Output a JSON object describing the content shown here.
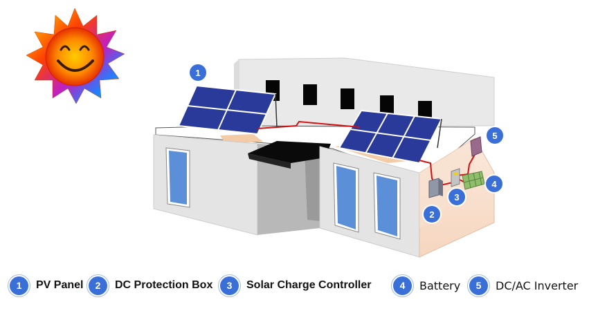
{
  "markers": [
    "1",
    "2",
    "3",
    "4",
    "5"
  ],
  "legend": [
    {
      "num": "1",
      "label": "PV Panel"
    },
    {
      "num": "2",
      "label": "DC Protection Box"
    },
    {
      "num": "3",
      "label": "Solar Charge Controller"
    },
    {
      "num": "4",
      "label": "Battery"
    },
    {
      "num": "5",
      "label": "DC/AC Inverter"
    }
  ],
  "colors": {
    "marker": "#3a6fd8",
    "panel": "#2a3a9a",
    "wire": "#d01010",
    "wall": "#e8e8e8",
    "window": "#5b8fd8"
  }
}
